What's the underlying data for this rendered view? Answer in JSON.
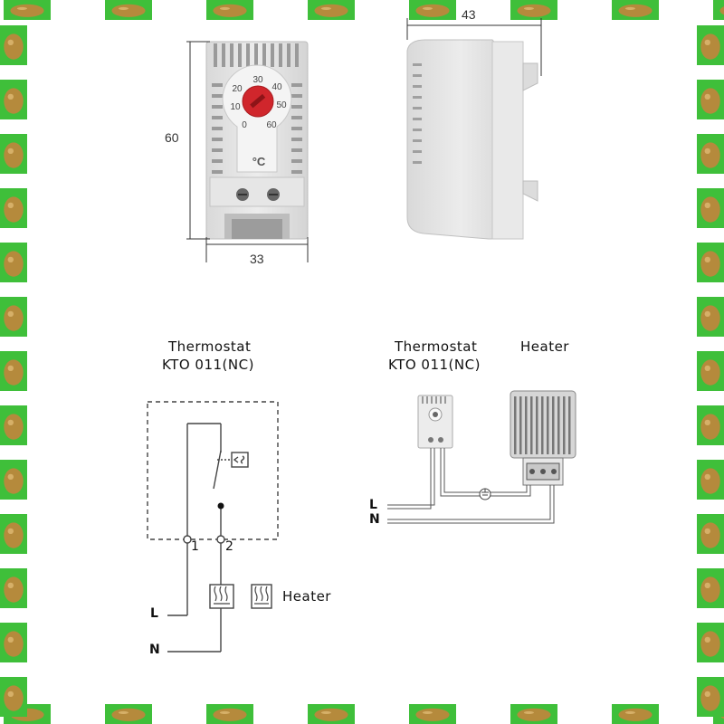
{
  "product": {
    "dimension_height": "60",
    "dimension_width": "33",
    "dimension_depth": "43",
    "dial_scale": [
      "0",
      "10",
      "20",
      "30",
      "40",
      "50",
      "60"
    ],
    "dial_unit": "°C"
  },
  "diagram_left": {
    "title_line1": "Thermostat",
    "title_line2": "KTO  011(NC)",
    "terminal_1": "1",
    "terminal_2": "2",
    "line_L": "L",
    "line_N": "N",
    "heater_label": "Heater"
  },
  "diagram_right": {
    "title_line1": "Thermostat",
    "title_line2": "KTO  011(NC)",
    "heater_title": "Heater",
    "line_L": "L",
    "line_N": "N"
  },
  "colors": {
    "border_green": "#3fbf3a",
    "tile_brown": "#b58a3c",
    "device_grey": "#e4e4e4",
    "dial_red": "#d0262c"
  }
}
